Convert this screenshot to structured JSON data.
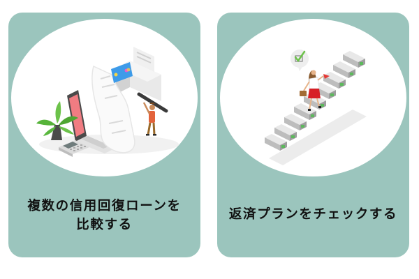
{
  "cards": [
    {
      "illustration": "loan-comparison-illustration",
      "caption_lines": [
        "複数の信用回復ローンを",
        "比較する"
      ]
    },
    {
      "illustration": "repayment-plan-stairs-illustration",
      "caption_lines": [
        "返済プランをチェックする"
      ]
    }
  ],
  "colors": {
    "card_background": "#9bc5bd",
    "ellipse_background": "#ffffff",
    "caption_text": "#111111",
    "accent_green": "#5cb85c",
    "accent_red": "#e53935"
  }
}
